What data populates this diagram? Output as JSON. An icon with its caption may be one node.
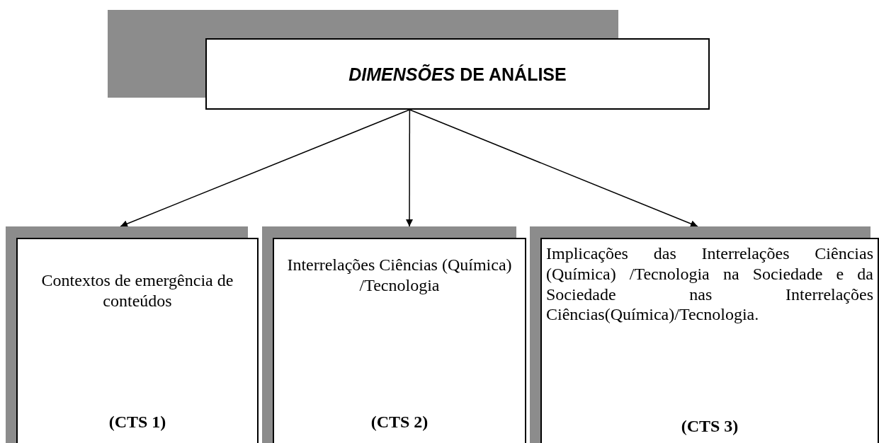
{
  "diagram": {
    "nodes": [
      {
        "text": [
          "*DIMENSÕES* DE ANÁLISE"
        ]
      },
      {
        "text": [
          "Contextos de emergência de conteúdos",
          "(CTS 1)"
        ]
      },
      {
        "text": [
          "Interrelações Ciências (Química) /Tecnologia",
          "(CTS 2)"
        ]
      },
      {
        "text": [
          "Implicações das Interrelações Ciências (Química) /Tecnologia na Sociedade e da Sociedade nas Interrelações Ciências(Química)/Tecnologia.",
          "(CTS 3)"
        ]
      }
    ],
    "edges": [
      {
        "from": 0,
        "to": 1,
        "arrow": "to"
      },
      {
        "from": 0,
        "to": 2,
        "arrow": "to"
      },
      {
        "from": 0,
        "to": 3,
        "arrow": "to"
      }
    ]
  }
}
